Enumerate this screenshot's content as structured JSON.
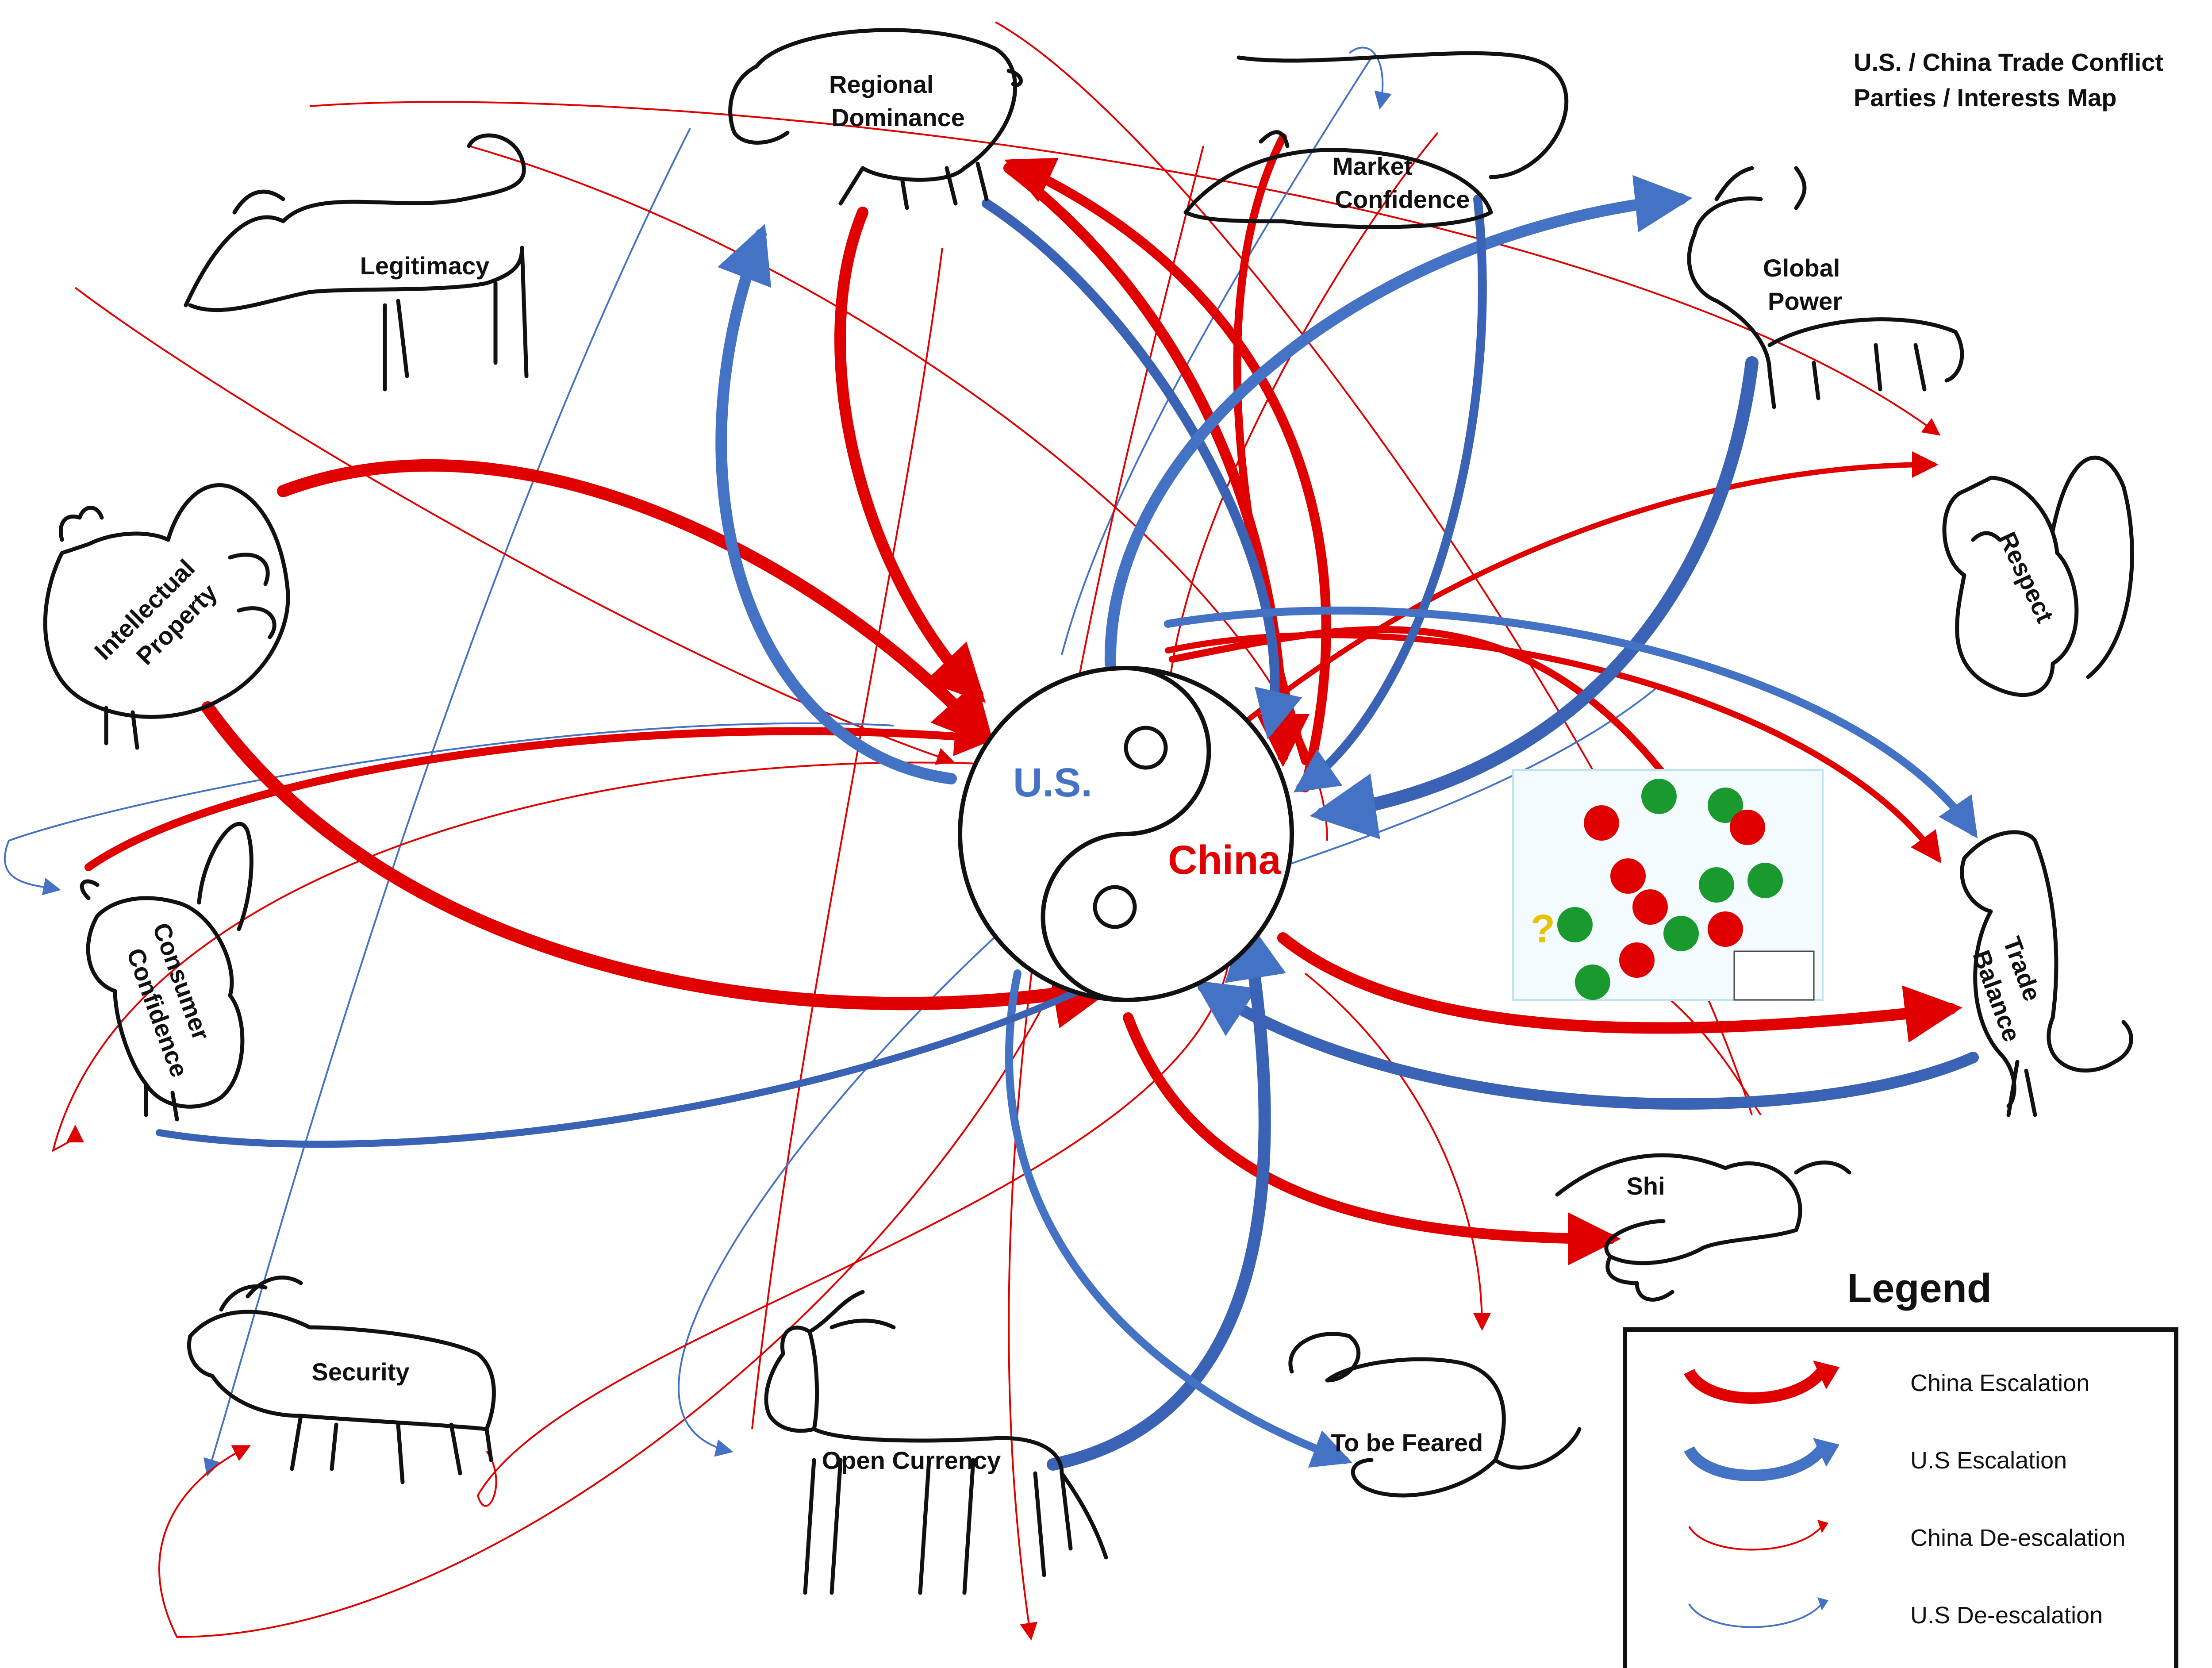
{
  "title": {
    "line1": "U.S. / China Trade Conflict",
    "line2": "Parties / Interests Map"
  },
  "center": {
    "us_label": "U.S.",
    "china_label": "China"
  },
  "interests": {
    "regional_dominance": [
      "Regional",
      "Dominance"
    ],
    "market_confidence": [
      "Market",
      "Confidence"
    ],
    "global_power": [
      "Global",
      "Power"
    ],
    "legitimacy": [
      "Legitimacy"
    ],
    "intellectual_property": [
      "Intellectual",
      "Property"
    ],
    "respect": [
      "Respect"
    ],
    "consumer_confidence": [
      "Consumer",
      "Confidence"
    ],
    "trade_balance": [
      "Trade",
      "Balance"
    ],
    "shi": [
      "Shi"
    ],
    "security": [
      "Security"
    ],
    "open_currency": [
      "Open Currency"
    ],
    "to_be_feared": [
      "To be Feared"
    ]
  },
  "legend": {
    "title": "Legend",
    "items": [
      {
        "label": "China Escalation",
        "color": "#e00000",
        "weight": "thick"
      },
      {
        "label": "U.S Escalation",
        "color": "#4472c4",
        "weight": "thick"
      },
      {
        "label": "China De-escalation",
        "color": "#e00000",
        "weight": "thin"
      },
      {
        "label": "U.S De-escalation",
        "color": "#4472c4",
        "weight": "thin"
      }
    ]
  },
  "colors": {
    "china": "#e00000",
    "us": "#4472c4",
    "ink": "#111111"
  },
  "icons": [
    "yin-yang-icon",
    "pig-icon",
    "rat-icon",
    "ox-icon",
    "dog-icon",
    "rooster-icon",
    "squirrel-icon",
    "monkey-icon",
    "rabbit-icon",
    "dragon-icon",
    "goat-icon",
    "horse-icon",
    "snake-icon"
  ]
}
